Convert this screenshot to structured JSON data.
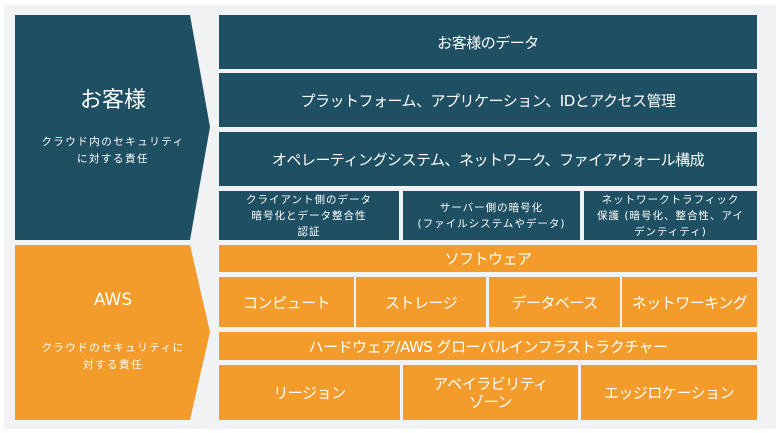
{
  "colors": {
    "customer": "#1e4f62",
    "aws": "#f39c2c"
  },
  "customer": {
    "title": "お客様",
    "subtitle_lines": [
      "クラウド内のセキュリティ",
      "に対する責任"
    ],
    "rows": [
      "お客様のデータ",
      "プラットフォーム、アプリケーション、IDとアクセス管理",
      "オペレーティングシステム、ネットワーク、ファイアウォール構成"
    ],
    "encryption": [
      {
        "lines": [
          "クライアント側のデータ",
          "暗号化とデータ整合性",
          "認証"
        ]
      },
      {
        "lines": [
          "サーバー側の暗号化",
          "(ファイルシステムやデータ)"
        ]
      },
      {
        "lines": [
          "ネットワークトラフィック",
          "保護 (暗号化、整合性、アイ",
          "デンティティ)"
        ]
      }
    ]
  },
  "aws": {
    "title": "AWS",
    "subtitle_lines": [
      "クラウドのセキュリティに",
      "対する責任"
    ],
    "software": "ソフトウェア",
    "services": [
      "コンピュート",
      "ストレージ",
      "データベース",
      "ネットワーキング"
    ],
    "hardware": "ハードウェア/AWS グローバルインフラストラクチャー",
    "infra": [
      {
        "lines": [
          "リージョン"
        ]
      },
      {
        "lines": [
          "アベイラビリティ",
          "ゾーン"
        ]
      },
      {
        "lines": [
          "エッジロケーション"
        ]
      }
    ]
  }
}
